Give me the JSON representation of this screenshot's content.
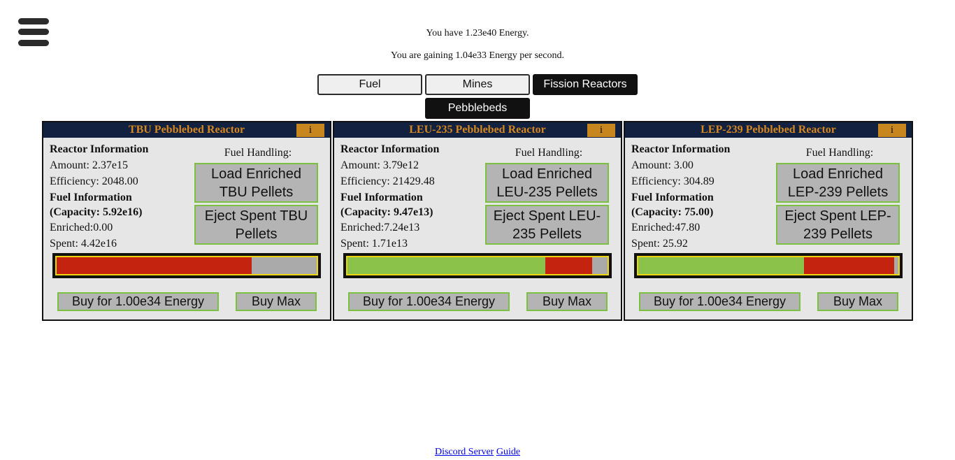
{
  "menu": {
    "icon": "hamburger-menu-icon"
  },
  "stats": {
    "energy_line": "You have 1.23e40 Energy.",
    "gain_line": "You are gaining 1.04e33 Energy per second."
  },
  "tabs": [
    {
      "label": "Fuel",
      "active": false
    },
    {
      "label": "Mines",
      "active": false
    },
    {
      "label": "Fission Reactors",
      "active": true
    }
  ],
  "subtabs": [
    {
      "label": "Pebblebeds",
      "active": true
    }
  ],
  "colors": {
    "header_bg": "#11213f",
    "header_text": "#d4861f",
    "enriched": "#8bc34a",
    "spent": "#c4230f",
    "button_border": "#7bc043",
    "bar_outline": "#f0d60e"
  },
  "reactors": [
    {
      "title": "TBU Pebblebed Reactor",
      "info_label": "i",
      "reactor_info_label": "Reactor Information",
      "amount": "Amount: 2.37e15",
      "efficiency": "Efficiency: 2048.00",
      "fuel_info_label": "Fuel Information",
      "capacity": "(Capacity: 5.92e16)",
      "enriched": "Enriched:0.00",
      "spent": "Spent: 4.42e16",
      "fuel_handling_label": "Fuel Handling:",
      "load_label": "Load Enriched TBU Pellets",
      "eject_label": "Eject Spent TBU Pellets",
      "enriched_fraction": 0.0,
      "spent_fraction": 0.75,
      "buy_label": "Buy for 1.00e34 Energy",
      "buymax_label": "Buy Max"
    },
    {
      "title": "LEU-235 Pebblebed Reactor",
      "info_label": "i",
      "reactor_info_label": "Reactor Information",
      "amount": "Amount: 3.79e12",
      "efficiency": "Efficiency: 21429.48",
      "fuel_info_label": "Fuel Information",
      "capacity": "(Capacity: 9.47e13)",
      "enriched": "Enriched:7.24e13",
      "spent": "Spent: 1.71e13",
      "fuel_handling_label": "Fuel Handling:",
      "load_label": "Load Enriched LEU-235 Pellets",
      "eject_label": "Eject Spent LEU-235 Pellets",
      "enriched_fraction": 0.76,
      "spent_fraction": 0.18,
      "buy_label": "Buy for 1.00e34 Energy",
      "buymax_label": "Buy Max"
    },
    {
      "title": "LEP-239 Pebblebed Reactor",
      "info_label": "i",
      "reactor_info_label": "Reactor Information",
      "amount": "Amount: 3.00",
      "efficiency": "Efficiency: 304.89",
      "fuel_info_label": "Fuel Information",
      "capacity": "(Capacity: 75.00)",
      "enriched": "Enriched:47.80",
      "spent": "Spent: 25.92",
      "fuel_handling_label": "Fuel Handling:",
      "load_label": "Load Enriched LEP-239 Pellets",
      "eject_label": "Eject Spent LEP-239 Pellets",
      "enriched_fraction": 0.637,
      "spent_fraction": 0.346,
      "buy_label": "Buy for 1.00e34 Energy",
      "buymax_label": "Buy Max"
    }
  ],
  "footer": {
    "discord_label": "Discord Server",
    "guide_label": "Guide"
  }
}
